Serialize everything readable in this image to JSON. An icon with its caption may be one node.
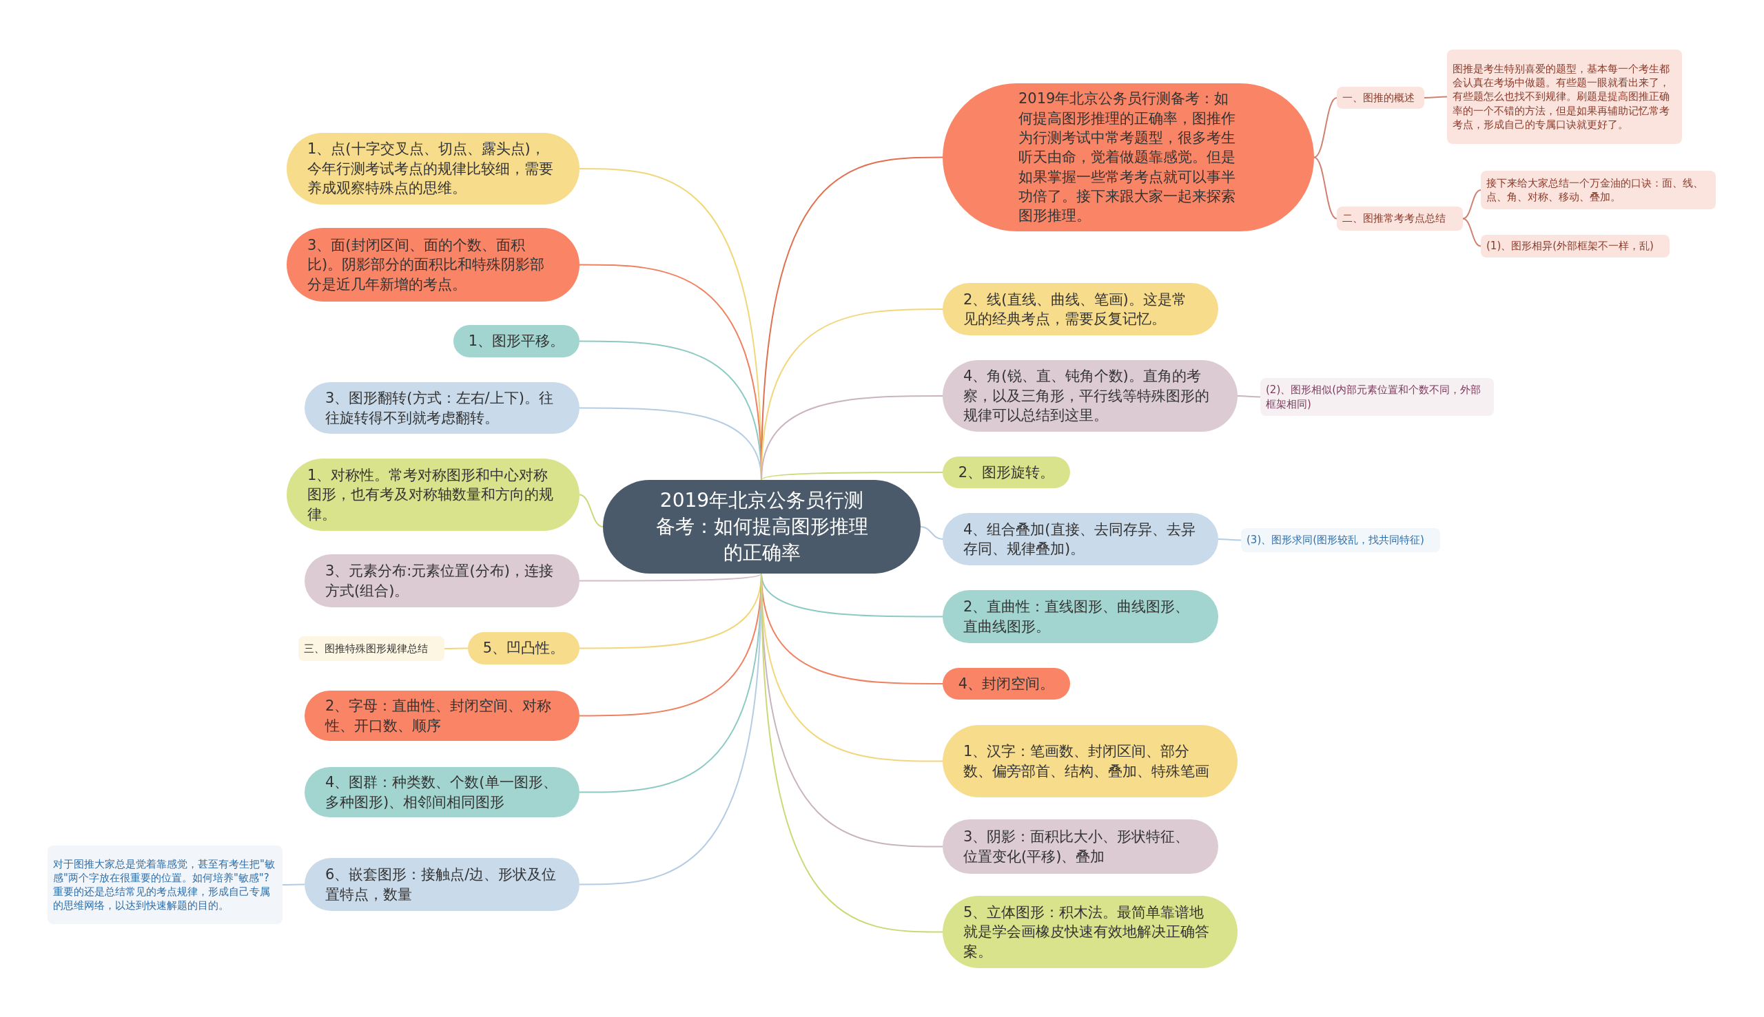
{
  "diagram": {
    "nodes": [
      {
        "text": [
          "2019年北京公务员行测备考：如何提高图形推理的正确率"
        ]
      },
      {
        "text": [
          "1、点(十字交叉点、切点、露头点)，今年行测考试考点的规律比较细，需要养成观察特殊点的思维。"
        ]
      },
      {
        "text": [
          "3、面(封闭区间、面的个数、面积比)。阴影部分的面积比和特殊阴影部分是近几年新增的考点。"
        ]
      },
      {
        "text": [
          "1、图形平移。"
        ]
      },
      {
        "text": [
          "3、图形翻转(方式：左右/上下)。往往旋转得不到就考虑翻转。"
        ]
      },
      {
        "text": [
          "1、对称性。常考对称图形和中心对称图形，也有考及对称轴数量和方向的规律。"
        ]
      },
      {
        "text": [
          "3、元素分布:元素位置(分布)，连接方式(组合)。"
        ]
      },
      {
        "text": [
          "5、凹凸性。"
        ]
      },
      {
        "text": [
          "三、图推特殊图形规律总结"
        ]
      },
      {
        "text": [
          "2、字母：直曲性、封闭空间、对称性、开口数、顺序"
        ]
      },
      {
        "text": [
          "4、图群：种类数、个数(单一图形、多种图形)、相邻间相同图形"
        ]
      },
      {
        "text": [
          "6、嵌套图形：接触点/边、形状及位置特点，数量"
        ]
      },
      {
        "text": [
          "对于图推大家总是觉着靠感觉，甚至有考生把\"敏感\"两个字放在很重要的位置。如何培养\"敏感\"?重要的还是总结常见的考点规律，形成自己专属的思维网络，以达到快速解题的目的。"
        ]
      },
      {
        "text": [
          "2019年北京公务员行测备考：如何提高图形推理的正确率，图推作为行测考试中常考题型，很多考生听天由命，觉着做题靠感觉。但是如果掌握一些常考考点就可以事半功倍了。接下来跟大家一起来探索图形推理。"
        ]
      },
      {
        "text": [
          "一、图推的概述"
        ]
      },
      {
        "text": [
          "图推是考生特别喜爱的题型，基本每一个考生都会认真在考场中做题。有些题一眼就看出来了，有些题怎么也找不到规律。刷题是提高图推正确率的一个不错的方法，但是如果再辅助记忆常考考点，形成自己的专属口诀就更好了。"
        ]
      },
      {
        "text": [
          "二、图推常考考点总结"
        ]
      },
      {
        "text": [
          "接下来给大家总结一个万金油的口诀：面、线、点、角、对称、移动、叠加。"
        ]
      },
      {
        "text": [
          "(1)、图形相异(外部框架不一样，乱)"
        ]
      },
      {
        "text": [
          "2、线(直线、曲线、笔画)。这是常见的经典考点，需要反复记忆。"
        ]
      },
      {
        "text": [
          "4、角(锐、直、钝角个数)。直角的考察，以及三角形，平行线等特殊图形的规律可以总结到这里。"
        ]
      },
      {
        "text": [
          "(2)、图形相似(内部元素位置和个数不同，外部框架相同)"
        ]
      },
      {
        "text": [
          "2、图形旋转。"
        ]
      },
      {
        "text": [
          "4、组合叠加(直接、去同存异、去异存同、规律叠加)。"
        ]
      },
      {
        "text": [
          "(3)、图形求同(图形较乱，找共同特征)"
        ]
      },
      {
        "text": [
          "2、直曲性：直线图形、曲线图形、直曲线图形。"
        ]
      },
      {
        "text": [
          "4、封闭空间。"
        ]
      },
      {
        "text": [
          "1、汉字：笔画数、封闭区间、部分数、偏旁部首、结构、叠加、特殊笔画"
        ]
      },
      {
        "text": [
          "3、阴影：面积比大小、形状特征、位置变化(平移)、叠加"
        ]
      },
      {
        "text": [
          "5、立体图形：积木法。最简单靠谱地就是学会画橡皮快速有效地解决正确答案。"
        ]
      }
    ],
    "edges": [
      {
        "from": 0,
        "to": 1,
        "arrow": "none",
        "color": "#f2d67a"
      },
      {
        "from": 0,
        "to": 2,
        "arrow": "none",
        "color": "#f08060"
      },
      {
        "from": 0,
        "to": 3,
        "arrow": "none",
        "color": "#8ccac3"
      },
      {
        "from": 0,
        "to": 4,
        "arrow": "none",
        "color": "#b4cce4"
      },
      {
        "from": 0,
        "to": 5,
        "arrow": "none",
        "color": "#cbd877"
      },
      {
        "from": 0,
        "to": 6,
        "arrow": "none",
        "color": "#d3bcc8"
      },
      {
        "from": 0,
        "to": 7,
        "arrow": "none",
        "color": "#f2d67a"
      },
      {
        "from": 7,
        "to": 8,
        "arrow": "none",
        "color": "#f2d67a"
      },
      {
        "from": 0,
        "to": 9,
        "arrow": "none",
        "color": "#f08060"
      },
      {
        "from": 0,
        "to": 10,
        "arrow": "none",
        "color": "#8ccac3"
      },
      {
        "from": 0,
        "to": 11,
        "arrow": "none",
        "color": "#b4cce4"
      },
      {
        "from": 11,
        "to": 12,
        "arrow": "none",
        "color": "#b4cce4"
      },
      {
        "from": 0,
        "to": 13,
        "arrow": "none",
        "color": "#e07050"
      },
      {
        "from": 13,
        "to": 14,
        "arrow": "none",
        "color": "#d08070"
      },
      {
        "from": 14,
        "to": 15,
        "arrow": "none",
        "color": "#d08070"
      },
      {
        "from": 13,
        "to": 16,
        "arrow": "none",
        "color": "#d08070"
      },
      {
        "from": 16,
        "to": 17,
        "arrow": "none",
        "color": "#d08070"
      },
      {
        "from": 16,
        "to": 18,
        "arrow": "none",
        "color": "#d08070"
      },
      {
        "from": 0,
        "to": 19,
        "arrow": "none",
        "color": "#f2d67a"
      },
      {
        "from": 0,
        "to": 20,
        "arrow": "none",
        "color": "#c9b3c0"
      },
      {
        "from": 20,
        "to": 21,
        "arrow": "none",
        "color": "#c9b3c0"
      },
      {
        "from": 0,
        "to": 22,
        "arrow": "none",
        "color": "#cbd877"
      },
      {
        "from": 0,
        "to": 23,
        "arrow": "none",
        "color": "#b4cce4"
      },
      {
        "from": 23,
        "to": 24,
        "arrow": "none",
        "color": "#b4cce4"
      },
      {
        "from": 0,
        "to": 25,
        "arrow": "none",
        "color": "#8ccac3"
      },
      {
        "from": 0,
        "to": 26,
        "arrow": "none",
        "color": "#f08060"
      },
      {
        "from": 0,
        "to": 27,
        "arrow": "none",
        "color": "#f2d67a"
      },
      {
        "from": 0,
        "to": 28,
        "arrow": "none",
        "color": "#c9b3c0"
      },
      {
        "from": 0,
        "to": 29,
        "arrow": "none",
        "color": "#cbd877"
      }
    ]
  }
}
